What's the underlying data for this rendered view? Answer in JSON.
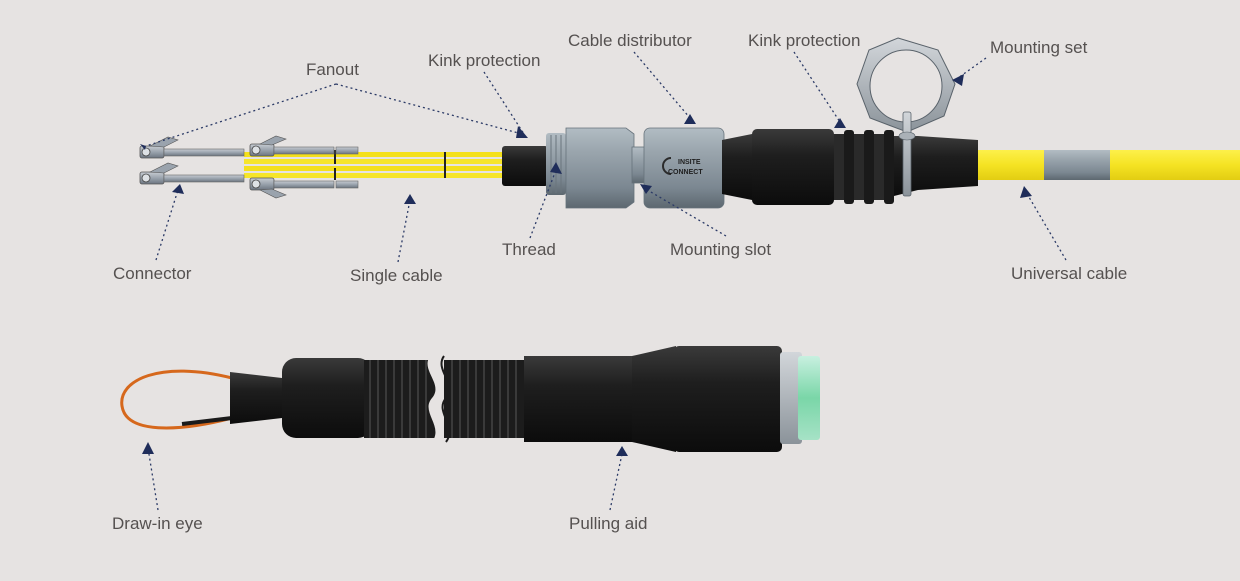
{
  "colors": {
    "background": "#e6e3e2",
    "label_text": "#555150",
    "leader_line": "#2b3a66",
    "arrow_head": "#1f2d5a",
    "cable_yellow": "#f5e323",
    "distributor_grey": "#8e9aa3",
    "rubber_black": "#1b1b1b",
    "draw_in_wire": "#d6681c"
  },
  "labels": {
    "fanout": "Fanout",
    "kink_protection_left": "Kink protection",
    "cable_distributor": "Cable distributor",
    "kink_protection_right": "Kink protection",
    "mounting_set": "Mounting set",
    "connector": "Connector",
    "single_cable": "Single cable",
    "thread": "Thread",
    "mounting_slot": "Mounting slot",
    "universal_cable": "Universal cable",
    "draw_in_eye": "Draw-in eye",
    "pulling_aid": "Pulling aid"
  },
  "product_mark": {
    "line1": "INSITE",
    "line2": "CONNECT"
  }
}
